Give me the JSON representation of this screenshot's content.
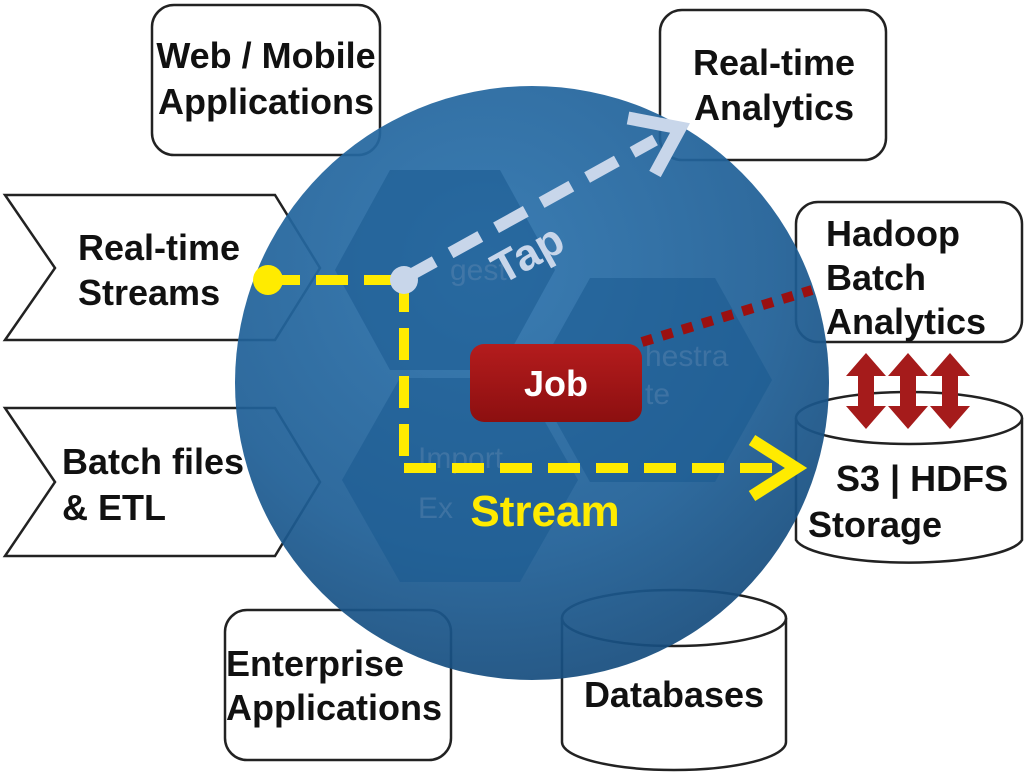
{
  "nodes": {
    "web_mobile": [
      "Web / Mobile",
      "Applications"
    ],
    "realtime_streams": [
      "Real-time",
      "Streams"
    ],
    "batch_files": [
      "Batch files",
      "& ETL"
    ],
    "enterprise": [
      "Enterprise",
      "Applications"
    ],
    "databases": "Databases",
    "realtime_analytics": [
      "Real-time",
      "Analytics"
    ],
    "hadoop": [
      "Hadoop",
      "Batch",
      "Analytics"
    ],
    "storage": [
      "S3 | HDFS",
      "Storage"
    ]
  },
  "core": {
    "hex_labels": {
      "ingest": "gest",
      "orchestrate": [
        "hestra",
        "te"
      ],
      "import_export": [
        "Import",
        "Ex"
      ]
    },
    "job_label": "Job",
    "stream_label": "Stream",
    "tap_label": "Tap"
  },
  "colors": {
    "sphere": "#1f5f96",
    "stream": "#ffeb00",
    "tap": "#c8d6ea",
    "job_fill": "#a01416",
    "hadoop_link": "#9b1010",
    "storage_arrows": "#a51b1b"
  }
}
